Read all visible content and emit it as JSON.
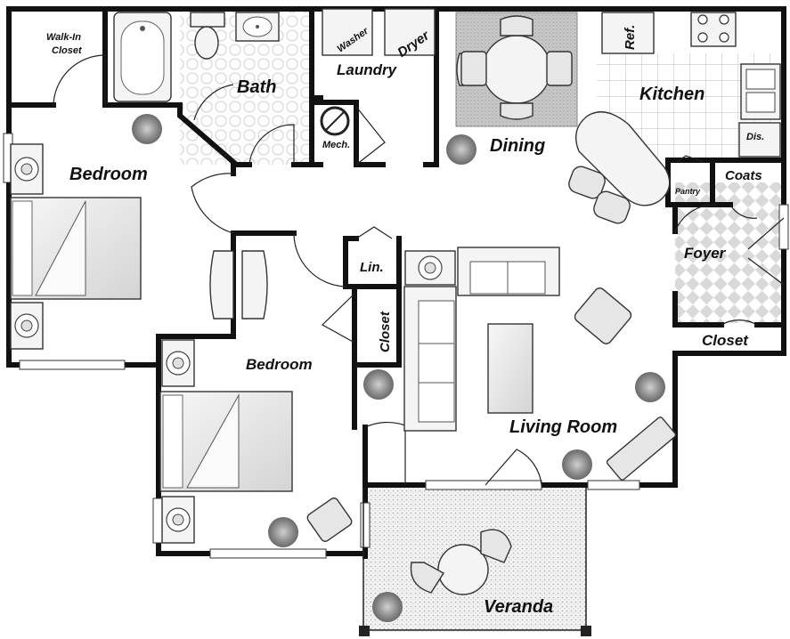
{
  "labels": {
    "walkin_line1": "Walk-In",
    "walkin_line2": "Closet",
    "bath": "Bath",
    "laundry": "Laundry",
    "washer": "Washer",
    "dryer": "Dryer",
    "mech": "Mech.",
    "dining": "Dining",
    "ref": "Ref.",
    "kitchen": "Kitchen",
    "dis": "Dis.",
    "pantry": "Pantry",
    "coats": "Coats",
    "foyer": "Foyer",
    "closet_right": "Closet",
    "bedroom_left": "Bedroom",
    "bedroom_center": "Bedroom",
    "lin": "Lin.",
    "closet_center": "Closet",
    "living_room": "Living Room",
    "veranda": "Veranda"
  },
  "colors": {
    "wall": "#111111",
    "tile": "#d9d9d9",
    "carpet": "#bdbdbd",
    "plant": "#8c8c8c"
  }
}
